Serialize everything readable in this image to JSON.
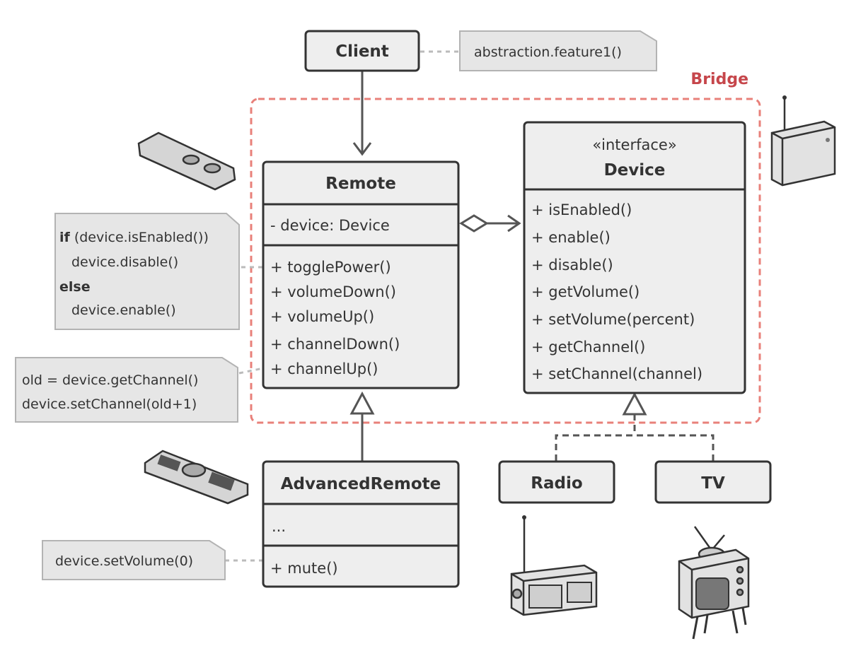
{
  "classes": {
    "client": {
      "name": "Client"
    },
    "remote": {
      "name": "Remote",
      "fields": [
        "- device: Device"
      ],
      "methods": [
        "+ togglePower()",
        "+ volumeDown()",
        "+ volumeUp()",
        "+ channelDown()",
        "+ channelUp()"
      ]
    },
    "device": {
      "stereotype": "«interface»",
      "name": "Device",
      "methods": [
        "+ isEnabled()",
        "+ enable()",
        "+ disable()",
        "+ getVolume()",
        "+ setVolume(percent)",
        "+ getChannel()",
        "+ setChannel(channel)"
      ]
    },
    "advanced_remote": {
      "name": "AdvancedRemote",
      "fields": [
        "..."
      ],
      "methods": [
        "+ mute()"
      ]
    },
    "radio": {
      "name": "Radio"
    },
    "tv": {
      "name": "TV"
    }
  },
  "notes": {
    "client_note": "abstraction.feature1()",
    "toggle_note": {
      "kw_if": "if",
      "line1_rest": " (device.isEnabled())",
      "line2": "device.disable()",
      "kw_else": "else",
      "line4": "device.enable()"
    },
    "channel_note": [
      "old = device.getChannel()",
      "device.setChannel(old+1)"
    ],
    "mute_note": "device.setVolume(0)"
  },
  "bridge_label": "Bridge",
  "colors": {
    "box_fill": "#eeeeee",
    "box_stroke": "#333333",
    "note_fill": "#e6e6e6",
    "bridge_accent": "#c6464b",
    "bridge_border": "#e8807a"
  },
  "illustrations": [
    "remote-icon",
    "advanced-remote-icon",
    "radio-box-icon",
    "radio-icon",
    "tv-icon"
  ]
}
